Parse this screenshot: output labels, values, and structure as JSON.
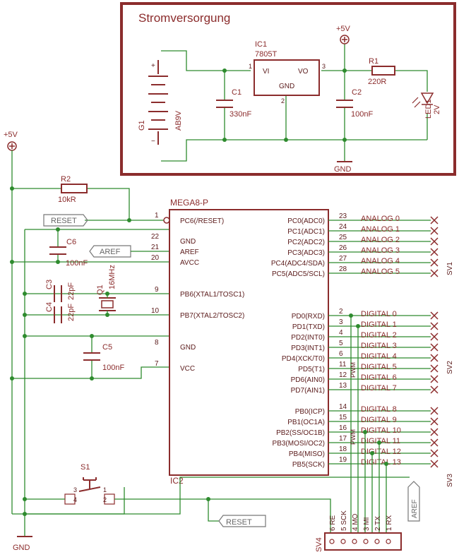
{
  "power_box": {
    "title": "Stromversorgung",
    "ic1": {
      "name": "IC1",
      "type": "7805T",
      "vi": "VI",
      "vo": "VO",
      "gnd": "GND",
      "pin1": "1",
      "pin2": "2",
      "pin3": "3"
    },
    "c1": {
      "name": "C1",
      "value": "330nF"
    },
    "c2": {
      "name": "C2",
      "value": "100nF"
    },
    "r1": {
      "name": "R1",
      "value": "220R"
    },
    "led1": {
      "name": "LED1",
      "value": "2V"
    },
    "g1": {
      "name": "G1",
      "value": "AB9V"
    },
    "vcc": "+5V",
    "gnd": "GND"
  },
  "main": {
    "vcc": "+5V",
    "gnd": "GND",
    "r2": {
      "name": "R2",
      "value": "10kR"
    },
    "c3": {
      "name": "C3",
      "value": "22pF"
    },
    "c4": {
      "name": "C4",
      "value": "22pF"
    },
    "c5": {
      "name": "C5",
      "value": "100nF"
    },
    "c6": {
      "name": "C6",
      "value": "100nF"
    },
    "q1": {
      "name": "Q1",
      "value": "16MHz"
    },
    "s1": {
      "name": "S1",
      "pins": [
        "3",
        "1",
        "4",
        "2"
      ]
    },
    "reset_tag": "RESET",
    "aref_tag": "AREF",
    "ic2": {
      "name": "IC2",
      "type": "MEGA8-P"
    },
    "left_pins": [
      {
        "num": "1",
        "name": "PC6(/RESET)"
      },
      {
        "num": "22",
        "name": "GND"
      },
      {
        "num": "21",
        "name": "AREF"
      },
      {
        "num": "20",
        "name": "AVCC"
      },
      {
        "num": "9",
        "name": "PB6(XTAL1/TOSC1)"
      },
      {
        "num": "10",
        "name": "PB7(XTAL2/TOSC2)"
      },
      {
        "num": "8",
        "name": "GND"
      },
      {
        "num": "7",
        "name": "VCC"
      }
    ],
    "right_pins": [
      {
        "num": "23",
        "name": "PC0(ADC0)",
        "net": "ANALOG 0"
      },
      {
        "num": "24",
        "name": "PC1(ADC1)",
        "net": "ANALOG 1"
      },
      {
        "num": "25",
        "name": "PC2(ADC2)",
        "net": "ANALOG 2"
      },
      {
        "num": "26",
        "name": "PC3(ADC3)",
        "net": "ANALOG 3"
      },
      {
        "num": "27",
        "name": "PC4(ADC4/SDA)",
        "net": "ANALOG 4"
      },
      {
        "num": "28",
        "name": "PC5(ADC5/SCL)",
        "net": "ANALOG 5"
      },
      {
        "num": "2",
        "name": "PD0(RXD)",
        "net": "DIGITAL 0"
      },
      {
        "num": "3",
        "name": "PD1(TXD)",
        "net": "DIGITAL 1"
      },
      {
        "num": "4",
        "name": "PD2(INT0)",
        "net": "DIGITAL 2"
      },
      {
        "num": "5",
        "name": "PD3(INT1)",
        "net": "DIGITAL 3"
      },
      {
        "num": "6",
        "name": "PD4(XCK/T0)",
        "net": "DIGITAL 4"
      },
      {
        "num": "11",
        "name": "PD5(T1)",
        "net": "DIGITAL 5"
      },
      {
        "num": "12",
        "name": "PD6(AIN0)",
        "net": "DIGITAL 6"
      },
      {
        "num": "13",
        "name": "PD7(AIN1)",
        "net": "DIGITAL 7"
      },
      {
        "num": "14",
        "name": "PB0(ICP)",
        "net": "DIGITAL 8"
      },
      {
        "num": "15",
        "name": "PB1(OC1A)",
        "net": "DIGITAL 9"
      },
      {
        "num": "16",
        "name": "PB2(SS/OC1B)",
        "net": "DIGITAL 10"
      },
      {
        "num": "17",
        "name": "PB3(MOSI/OC2)",
        "net": "DIGITAL 11"
      },
      {
        "num": "18",
        "name": "PB4(MISO)",
        "net": "DIGITAL 12"
      },
      {
        "num": "19",
        "name": "PB5(SCK)",
        "net": "DIGITAL 13"
      }
    ],
    "pwm_label": "PWM",
    "sv": {
      "connectors": [
        "SV1",
        "SV2",
        "SV3"
      ],
      "bottom": "SV4"
    },
    "sv4_pins": [
      "6 RE",
      "5 SCK",
      "4 MO",
      "3 MI",
      "2 TX",
      "1 RX"
    ],
    "aref_side": "AREF"
  }
}
